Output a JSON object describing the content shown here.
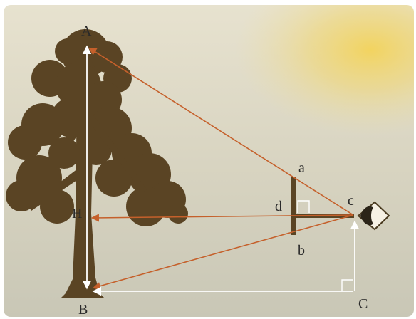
{
  "labels": {
    "A": "A",
    "B": "B",
    "C": "C",
    "H": "H",
    "a": "a",
    "b": "b",
    "c": "c",
    "d": "d"
  },
  "colors": {
    "tree": "#5a4424",
    "sight_lines": "#c5602b",
    "measure_lines": "#ffffff",
    "stick": "#5a4424",
    "sun_glow": "#f3d35a",
    "background_top": "#e7e2cf",
    "background_bottom": "#c9c7b6"
  },
  "icons": {
    "tree": "tree-silhouette-icon",
    "eye": "eye-icon",
    "right_angle": "right-angle-mark-icon",
    "sun": "sun-glow"
  }
}
